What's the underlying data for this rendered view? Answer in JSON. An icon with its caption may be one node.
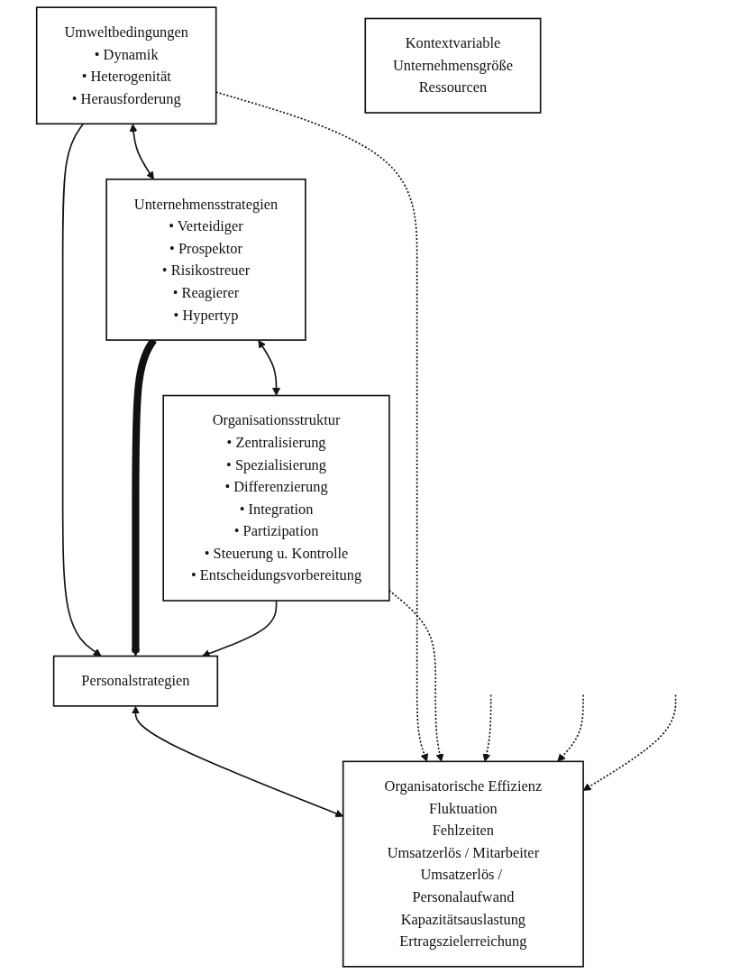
{
  "diagram": {
    "nodes": [
      {
        "text": [
          "Kontextvariable",
          "Unternehmensgröße",
          "Ressourcen"
        ]
      },
      {
        "text": [
          "Umweltbedingungen",
          "• Dynamik",
          "• Heterogenität",
          "• Herausforderung"
        ]
      },
      {
        "text": [
          "Unternehmensstrategien",
          "• Verteidiger",
          "• Prospektor",
          "• Risikostreuer",
          "• Reagierer",
          "• Hypertyp"
        ]
      },
      {
        "text": [
          "Organisationsstruktur",
          "• Zentralisierung",
          "• Spezialisierung",
          "• Differenzierung",
          "• Integration",
          "• Partizipation",
          "• Steuerung u. Kontrolle",
          "• Entscheidungsvorbereitung"
        ]
      },
      {
        "text": [
          "Personalstrategien"
        ]
      },
      {
        "text": [
          "Organisatorische Effizienz",
          "Fluktuation",
          "Fehlzeiten",
          "Umsatzerlös / Mitarbeiter",
          "Umsatzerlös / Personalaufwand",
          "Kapazitätsauslastung",
          "Ertragszielerreichung"
        ]
      }
    ],
    "edges": [
      {
        "from": 1,
        "to": 2,
        "arrow": "both"
      },
      {
        "from": 2,
        "to": 3,
        "arrow": "both"
      },
      {
        "from": 1,
        "to": 4,
        "arrow": "to"
      },
      {
        "from": 2,
        "to": 4,
        "arrow": "to",
        "style": "thick"
      },
      {
        "from": 3,
        "to": 4,
        "arrow": "to"
      },
      {
        "from": 4,
        "to": 5,
        "arrow": "both"
      },
      {
        "from": 1,
        "to": 5,
        "arrow": "to",
        "style": "dashed"
      },
      {
        "from": 3,
        "to": 5,
        "arrow": "to",
        "style": "dashed"
      },
      {
        "from": null,
        "to": 5,
        "arrow": "to",
        "style": "dashed"
      },
      {
        "from": null,
        "to": 5,
        "arrow": "to",
        "style": "dashed"
      },
      {
        "from": null,
        "to": 5,
        "arrow": "to",
        "style": "dashed"
      }
    ]
  }
}
